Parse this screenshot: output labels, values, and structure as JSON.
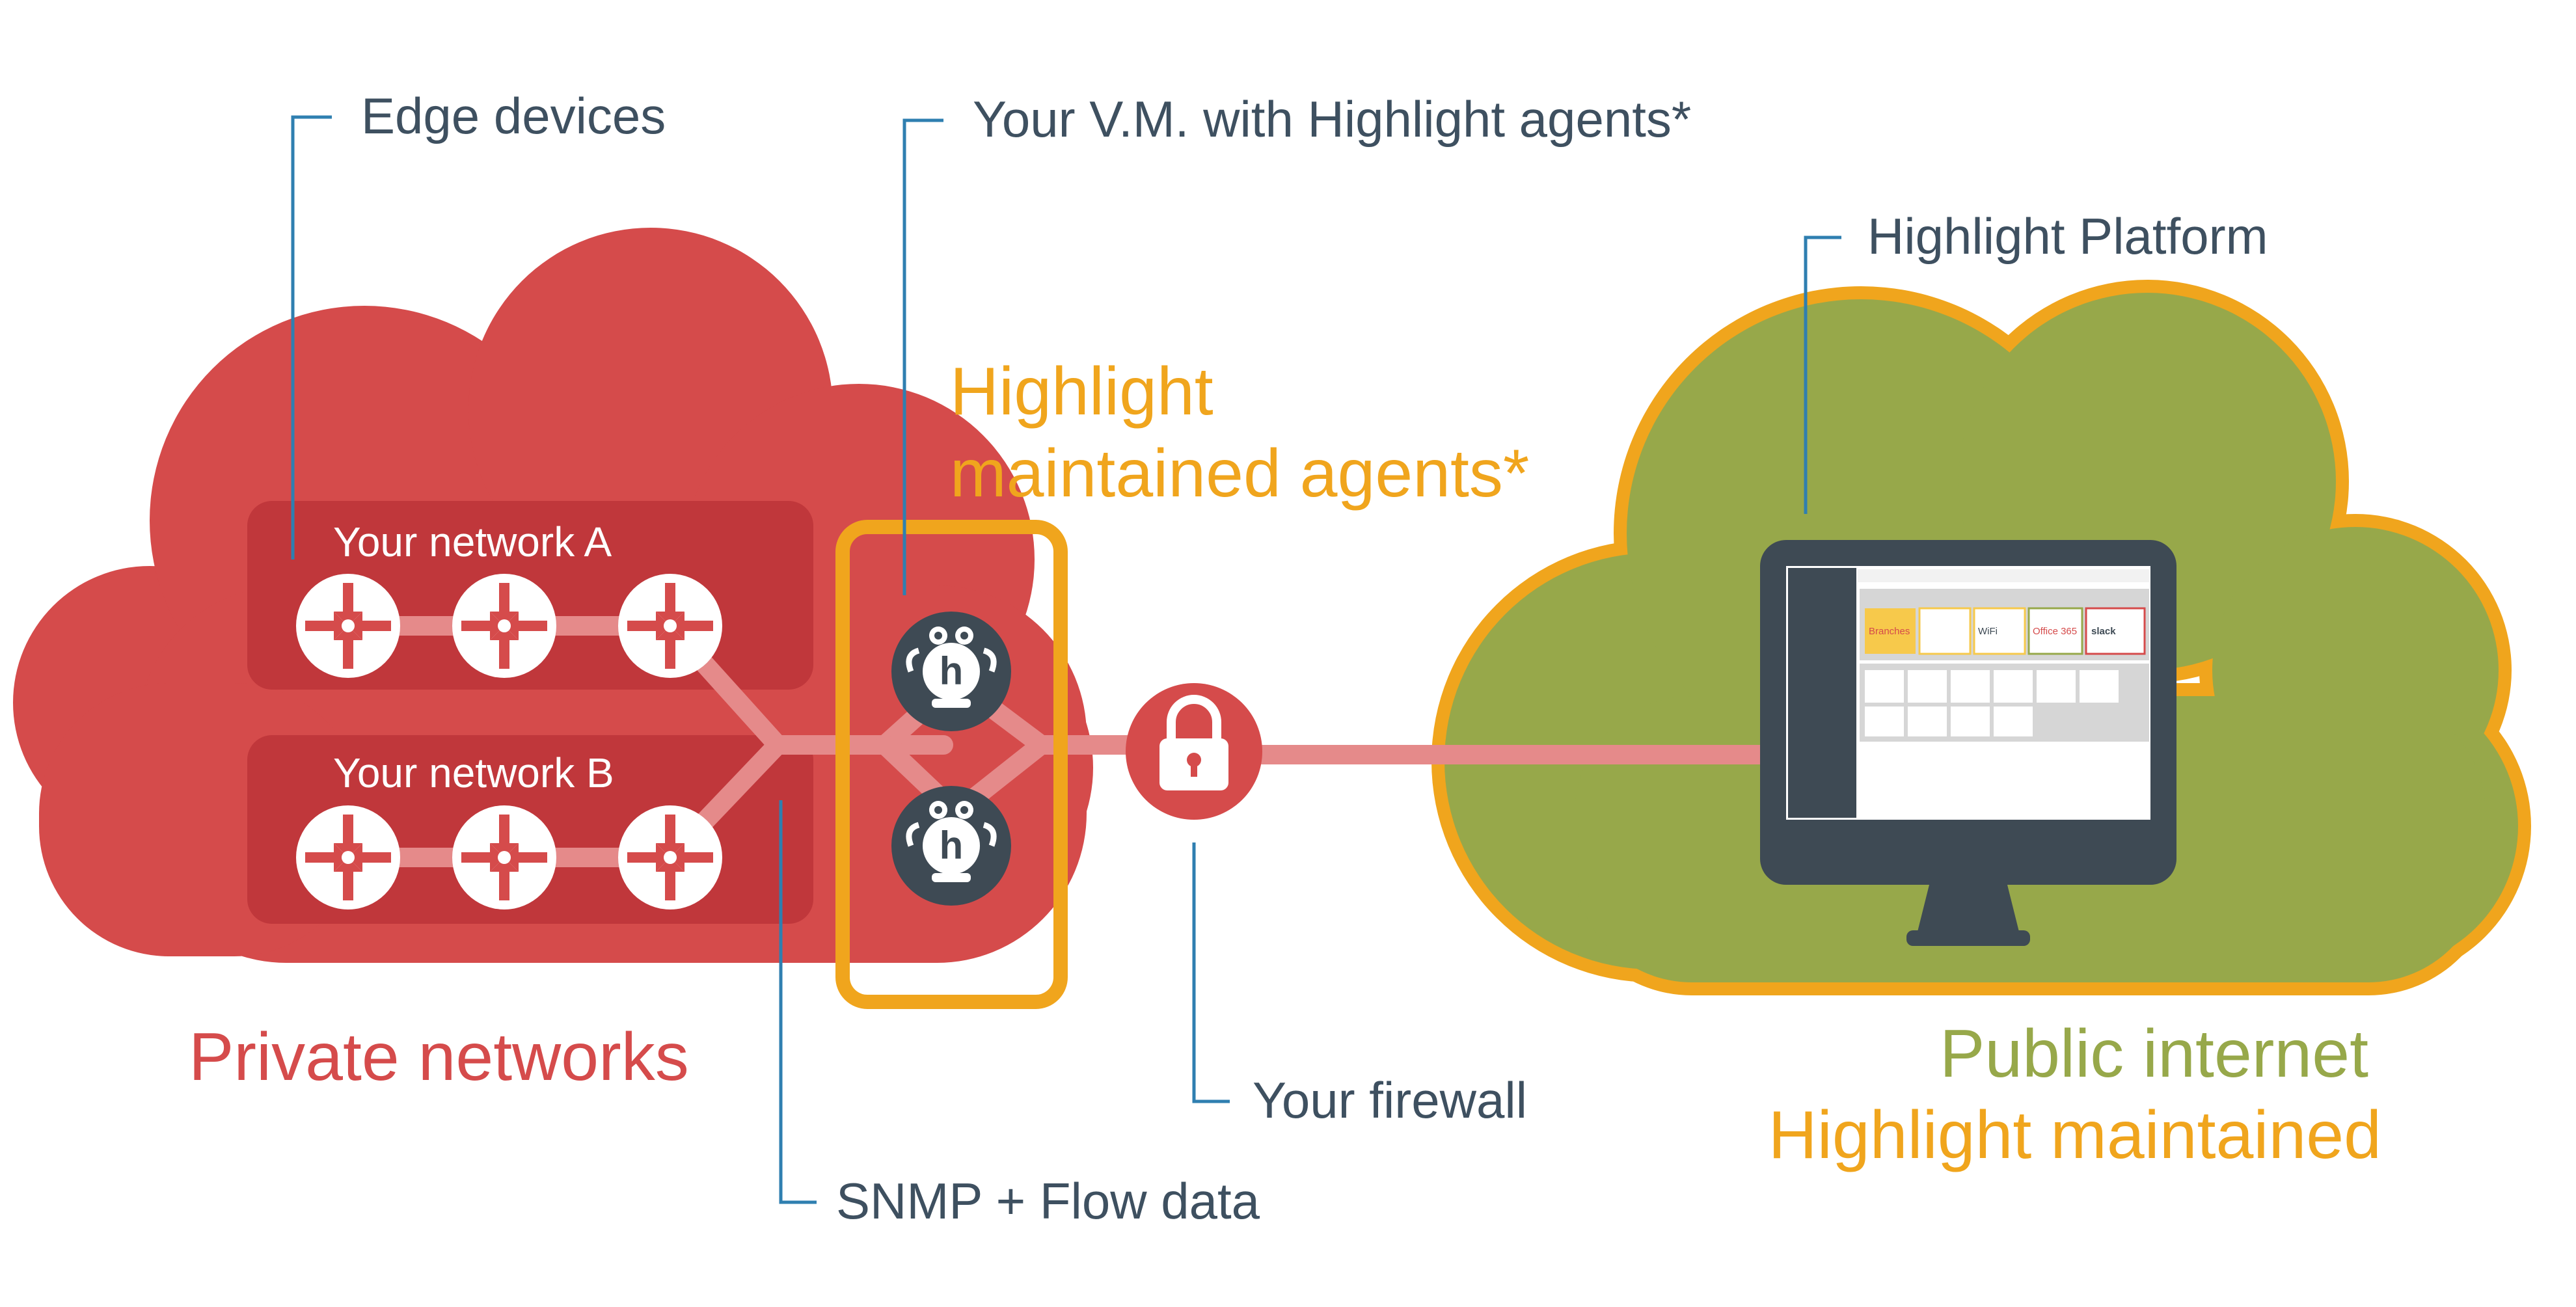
{
  "callouts": {
    "edge_devices": "Edge devices",
    "vm_agents": "Your V.M. with Highlight agents*",
    "platform": "Highlight Platform",
    "firewall": "Your firewall",
    "snmp_flow": "SNMP + Flow data"
  },
  "networks": {
    "network_a": "Your network A",
    "network_b": "Your network B"
  },
  "agents_label": {
    "line1": "Highlight",
    "line2": "maintained agents*"
  },
  "private_label": "Private networks",
  "public_label": {
    "line1": "Public internet",
    "line2": "Highlight maintained"
  },
  "screen_tiles": {
    "branches": "Branches",
    "office365": "Office 365",
    "slack": "slack",
    "wifi": "WiFi"
  },
  "colors": {
    "private_cloud": "#d54b4b",
    "network_box": "#c0373b",
    "public_cloud": "#97a84a",
    "highlight_orange": "#f0a51d",
    "monitor": "#3e4a54",
    "link_pink": "#e58a8a",
    "leader_blue": "#2f7fb0"
  },
  "icons": [
    "router-icon",
    "highlight-agent-icon",
    "lock-icon",
    "monitor-icon"
  ]
}
